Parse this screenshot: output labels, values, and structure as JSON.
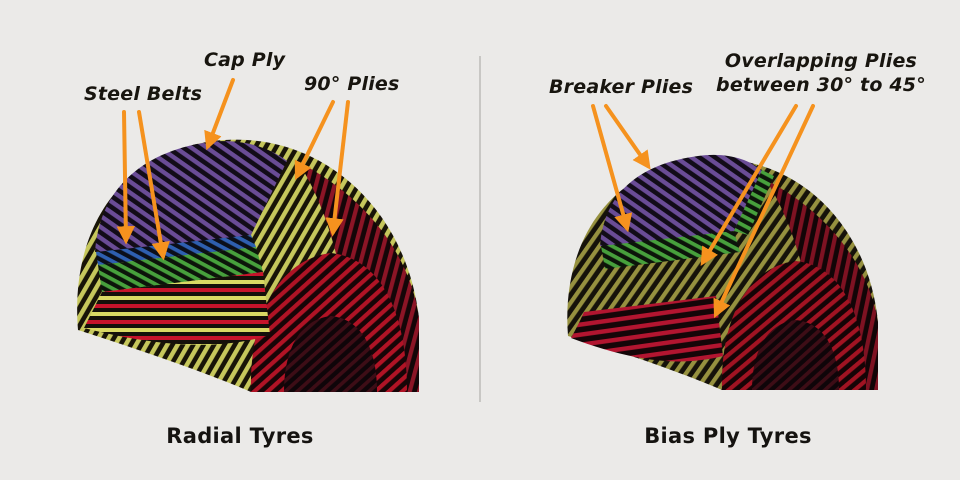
{
  "diagram": {
    "left": {
      "title": "Radial Tyres",
      "labels": {
        "steel_belts": "Steel Belts",
        "cap_ply": "Cap Ply",
        "plies_90": "90° Plies"
      }
    },
    "right": {
      "title": "Bias Ply Tyres",
      "labels": {
        "breaker_plies": "Breaker Plies",
        "overlapping_1": "Overlapping Plies",
        "overlapping_2": "between 30° to 45°"
      }
    },
    "colors": {
      "background": "#ebeae8",
      "arrow": "#f5921e",
      "text": "#18150f",
      "divider": "#c8c7c4",
      "tire_purple": "#6a4c96",
      "tire_yellow_green": "#c6c75c",
      "tire_red": "#b01325",
      "tire_maroon": "#8c1526",
      "tire_green": "#47a03c",
      "tire_blue": "#2e5fb0",
      "tire_olive": "#96913f"
    }
  }
}
